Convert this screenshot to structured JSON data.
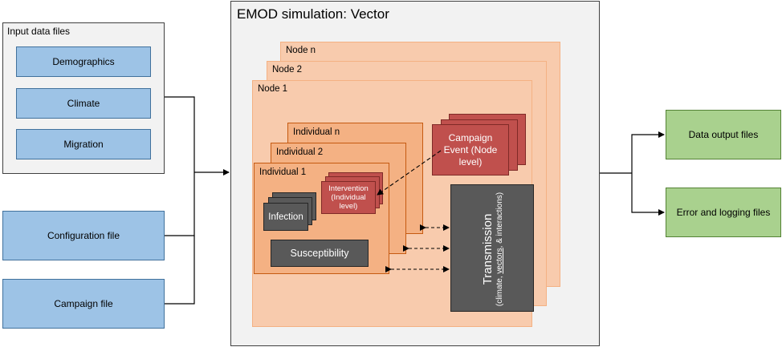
{
  "input_panel": {
    "title": "Input data files",
    "items": [
      {
        "label": "Demographics"
      },
      {
        "label": "Climate"
      },
      {
        "label": "Migration"
      }
    ]
  },
  "config_file": {
    "label": "Configuration file"
  },
  "campaign_file": {
    "label": "Campaign file"
  },
  "simulation": {
    "title": "EMOD simulation: Vector",
    "nodes": [
      "Node n",
      "Node 2",
      "Node 1"
    ],
    "individuals": [
      "Individual n",
      "Individual 2",
      "Individual 1"
    ],
    "infection": "Infection",
    "susceptibility": "Susceptibility",
    "intervention": {
      "title": "Intervention",
      "subtitle": "(Individual level)"
    },
    "campaign_event": "Campaign Event (Node level)",
    "transmission": {
      "title": "Transmission",
      "subtitle_a": "(climate, ",
      "subtitle_link": "vectors",
      "subtitle_b": ", & interactions)"
    }
  },
  "outputs": [
    {
      "label": "Data output files"
    },
    {
      "label": "Error and logging files"
    }
  ],
  "colors": {
    "input_blue": "#9dc3e6",
    "output_green": "#a9d18e",
    "node_peach": "#f8cbad",
    "individual_orange": "#f4b183",
    "intervention_red": "#c0504d",
    "transmission_dark": "#595959"
  }
}
